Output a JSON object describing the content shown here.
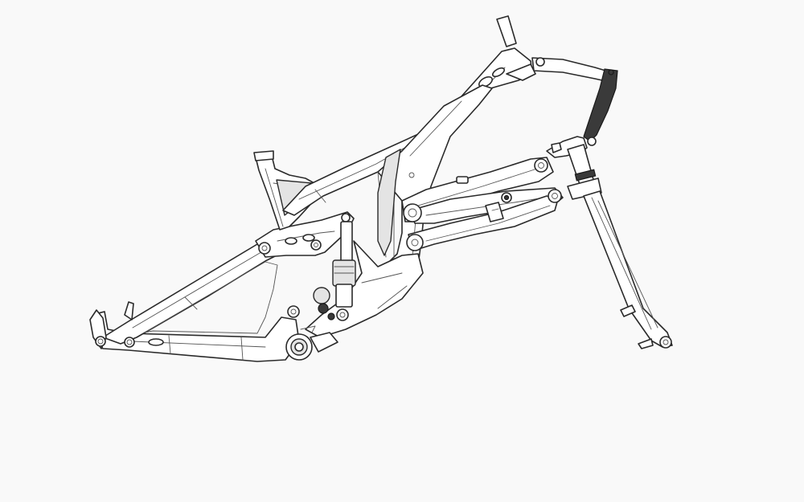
{
  "background_color": "#f9f9f9",
  "line_color": "#2a2a2a",
  "figure": {
    "subject": "bicycle-frame-line-drawing",
    "components": [
      "seat-tube",
      "top-tube",
      "down-tube",
      "chainstay",
      "seatstay",
      "rocker-link",
      "rear-shock",
      "bottom-bracket",
      "rear-dropout",
      "upper-link",
      "lower-link",
      "steering-tube",
      "fork-leg",
      "handlebar-stem"
    ]
  }
}
